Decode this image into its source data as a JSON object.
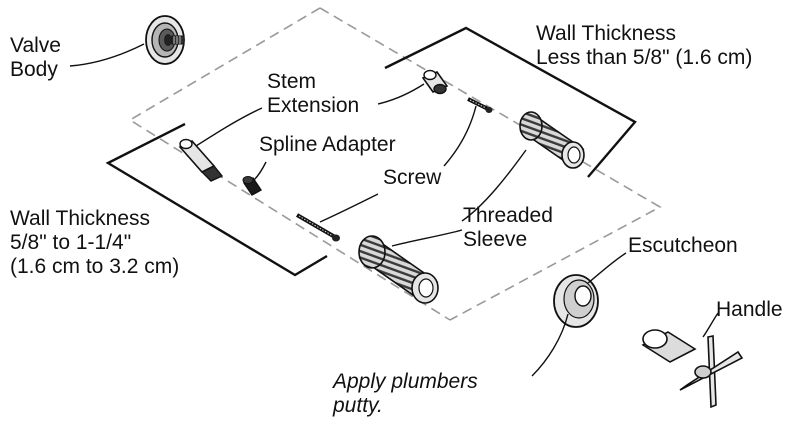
{
  "labels": {
    "valve_body": [
      "Valve",
      "Body"
    ],
    "stem_extension": [
      "Stem",
      "Extension"
    ],
    "spline_adapter": "Spline Adapter",
    "screw": "Screw",
    "wall_thin": [
      "Wall Thickness",
      "Less than 5/8\" (1.6 cm)"
    ],
    "wall_thick": [
      "Wall Thickness",
      "5/8\" to 1-1/4\"",
      "(1.6 cm to 3.2 cm)"
    ],
    "threaded_sleeve": [
      "Threaded",
      "Sleeve"
    ],
    "escutcheon": "Escutcheon",
    "handle": "Handle",
    "putty_note": [
      "Apply plumbers",
      "putty."
    ]
  },
  "colors": {
    "ink": "#111111",
    "part_fill": "#e6e6e6",
    "part_dark": "#2a2a2a",
    "dash": "#9a9a9a"
  }
}
